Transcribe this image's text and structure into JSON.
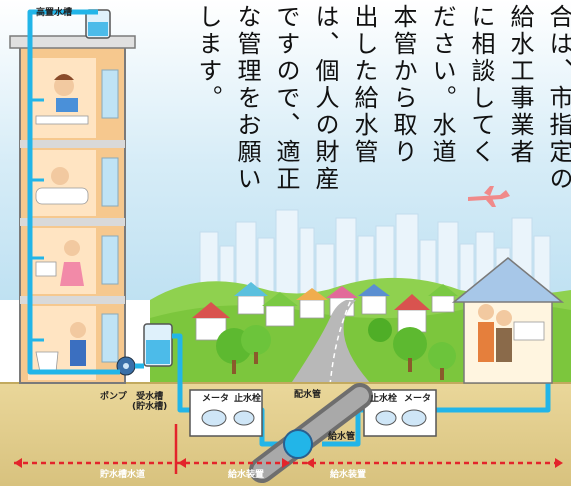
{
  "vertical_text": [
    "合は、市指定の",
    "給水工事業者",
    "に相談してく",
    "ださい。水道",
    "本管から取り",
    "出した給水管",
    "は、個人の財産",
    "ですので、適正",
    "な管理をお願い",
    "します。"
  ],
  "labels": {
    "elevated_tank": "高置水槽",
    "pump": "ポンプ",
    "receiving_tank_line1": "受水槽",
    "receiving_tank_line2": "(貯水槽)",
    "meter_left": "メータ",
    "stopcock_left": "止水栓",
    "distribution_main": "配水管",
    "stopcock_right": "止水栓",
    "meter_right": "メータ",
    "service_pipe": "給水管",
    "storage_tank_supply": "貯水槽水道",
    "supply_device_left": "給水装置",
    "supply_device_right": "給水装置"
  },
  "colors": {
    "pipe_blue": "#22b5e8",
    "boundary_red": "#e3242b",
    "ground": "#d9c98a",
    "sky": "#cfe9f5",
    "building": "#f6c88e"
  }
}
